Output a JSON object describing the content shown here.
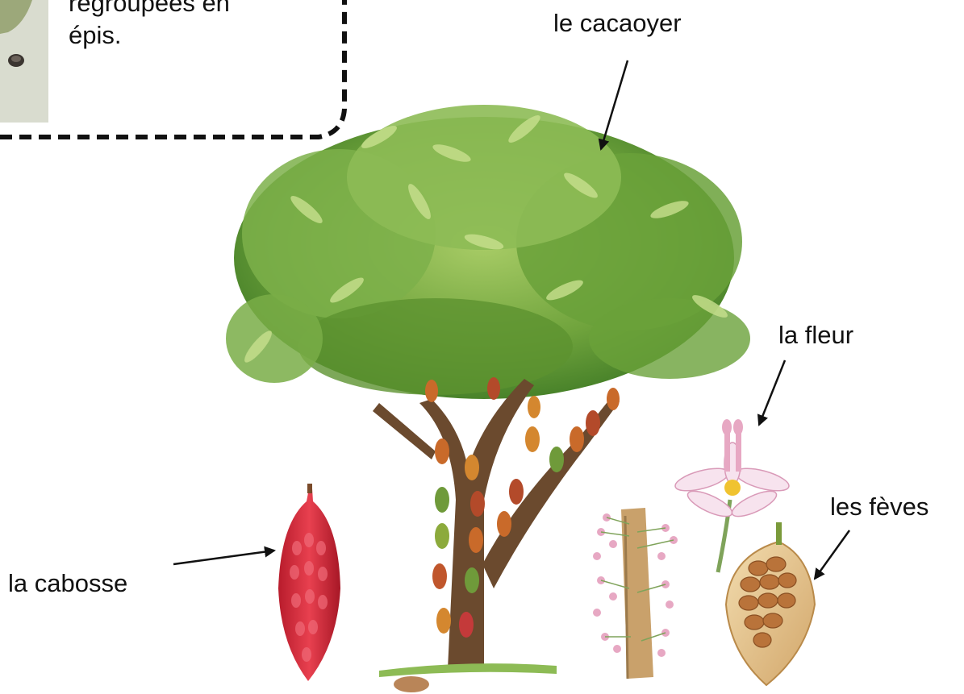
{
  "intro_text": {
    "line1": "regroupées en",
    "line2": "épis."
  },
  "labels": {
    "tree": "le cacaoyer",
    "flower": "la fleur",
    "beans": "les fèves",
    "pod": "la cabosse"
  },
  "colors": {
    "leaf_dark": "#4f8c2e",
    "leaf_light": "#9cc25a",
    "trunk": "#6b4a2e",
    "pod_red": "#d8313f",
    "pod_orange": "#c96a2a",
    "flower_pink": "#e7a8c3",
    "bean_brown": "#b9733a"
  }
}
